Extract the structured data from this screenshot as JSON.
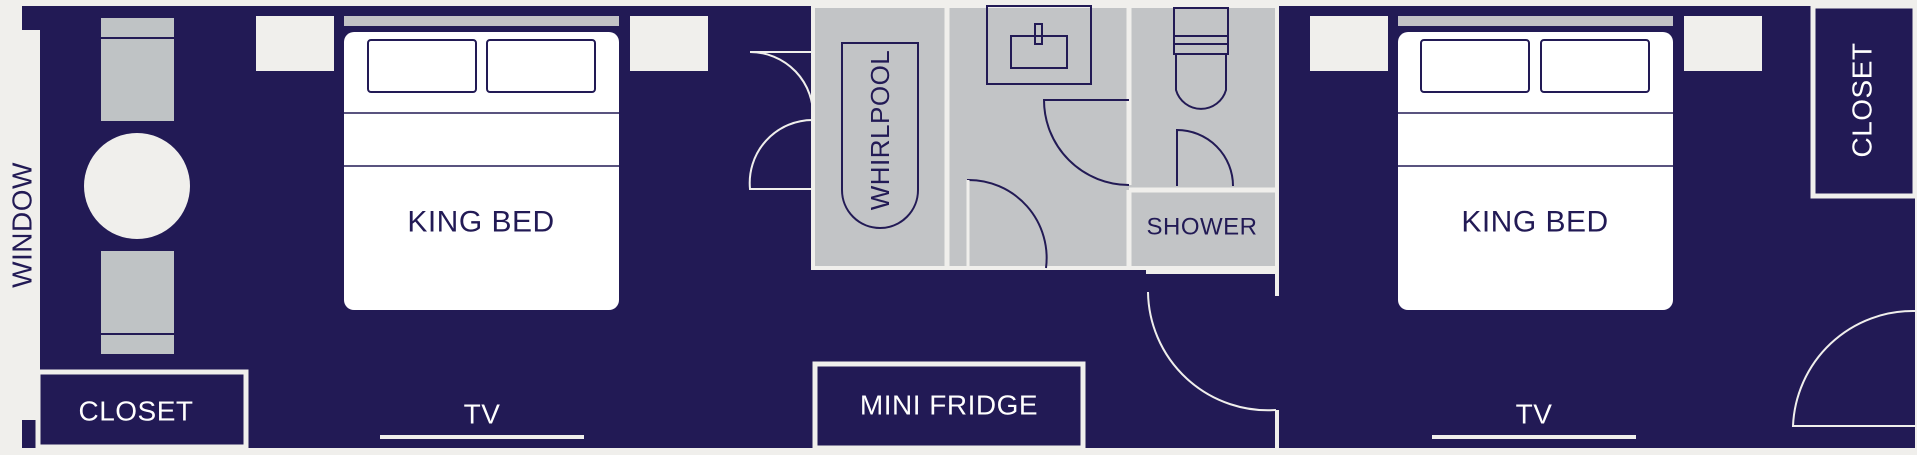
{
  "colors": {
    "floor": "#221a55",
    "wall": "#f0efec",
    "bath": "#c2c4c6",
    "bed_white": "#ffffff",
    "table": "#f0efec",
    "chair": "#bfc3c5",
    "pillow_bar": "#c2c2c6",
    "text_dark": "#221a55",
    "text_light": "#ffffff"
  },
  "labels": {
    "window": "WINDOW",
    "closet_left": "CLOSET",
    "tv_left": "TV",
    "bed_left": "KING BED",
    "whirlpool": "WHIRLPOOL",
    "shower": "SHOWER",
    "mini_fridge": "MINI FRIDGE",
    "bed_right": "KING BED",
    "tv_right": "TV",
    "closet_right": "CLOSET"
  }
}
